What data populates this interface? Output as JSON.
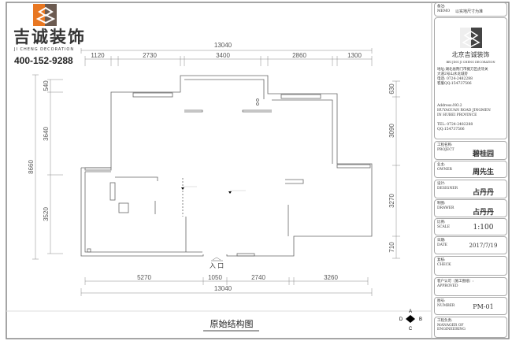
{
  "logo": {
    "name_cn": "吉诚装饰",
    "name_en": "JI CHENG DECORATION",
    "phone": "400-152-9288",
    "colors": {
      "orange": "#e87722",
      "brown": "#6b5a50"
    }
  },
  "drawing_title": "原始结构图",
  "entrance_label": "入 口",
  "compass": {
    "a": "A",
    "b": "B",
    "c": "C",
    "d": "D"
  },
  "dimensions": {
    "top_total": "13040",
    "top": [
      "1120",
      "2730",
      "3400",
      "2860",
      "1300"
    ],
    "bottom_total": "13040",
    "bottom": [
      "5270",
      "1050",
      "2740",
      "3260"
    ],
    "left_total": "8660",
    "left": [
      "540",
      "3640",
      "3520"
    ],
    "right": [
      "630",
      "3090",
      "3270",
      "710"
    ]
  },
  "title_block": {
    "memo_label": "备注:\nMEMO",
    "memo_value": "以实地尺寸为准",
    "company_cn": "北京吉诚装饰",
    "company_en": "BEI JING JI CHENG DECORATION",
    "address_cn": "地址:湖北省荆门市掇刀区虎牙关\n大道2号山水龙城旁\n电话: 0724-2482288\n客服QQ:154737506",
    "address_en": "Address:NO.2\n      HUYAGUAN ROAD JINGMEN\n      IN HUBEI PROVINCE\n\nTEL: 0724-2482288\nQQ:154737506",
    "project_label": "工程名称:\nPROJECT",
    "project": "碧桂园",
    "owner_label": "业主:\nOWNER",
    "owner": "周先生",
    "designer_label": "设计:\nDESIGNER",
    "designer": "占丹丹",
    "drawer_label": "制图:\nDRAWER",
    "drawer": "占丹丹",
    "scale_label": "比例:\nSCALE",
    "scale": "1:100",
    "date_label": "日期:\nDATE",
    "date": "2017/7/19",
    "check_label": "复核:\nCHECK",
    "approved_label": "客户认可（施工图纸）:\nAPPROVED",
    "number_label": "图号:\nNUMBER",
    "number": "PM-01",
    "manager_label": "工程负责:\nMANAGER OF\nENGINEERING"
  }
}
